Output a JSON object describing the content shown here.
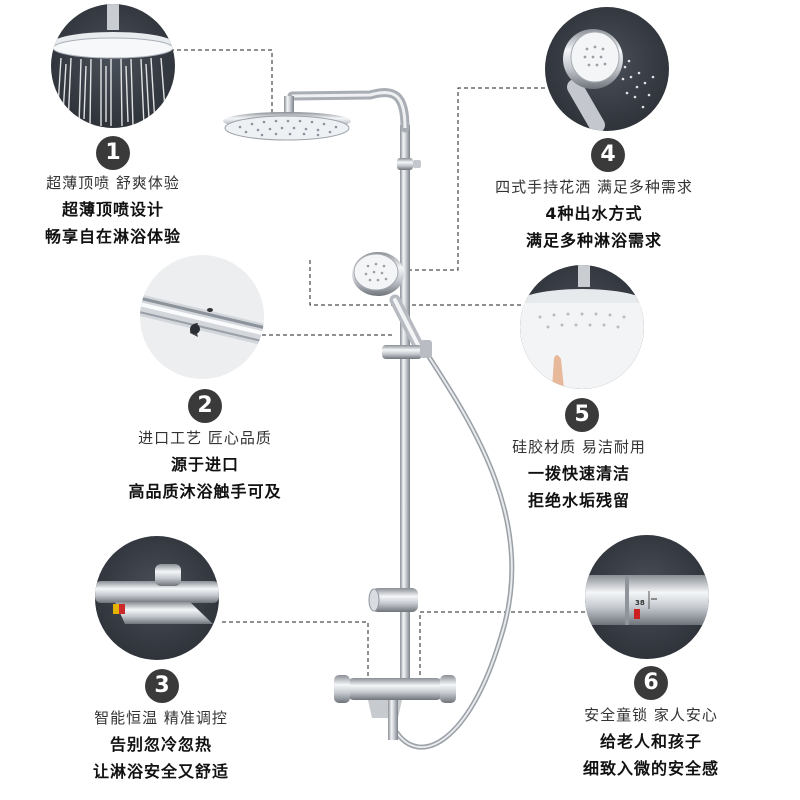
{
  "features": [
    {
      "number": "1",
      "title": "超薄顶喷  舒爽体验",
      "line1": "超薄顶喷设计",
      "line2": "畅享自在淋浴体验"
    },
    {
      "number": "2",
      "title": "进口工艺  匠心品质",
      "line1": "源于进口",
      "line2": "高品质沐浴触手可及"
    },
    {
      "number": "3",
      "title": "智能恒温  精准调控",
      "line1": "告别忽冷忽热",
      "line2": "让淋浴安全又舒适"
    },
    {
      "number": "4",
      "title": "四式手持花洒  满足多种需求",
      "line1": "4种出水方式",
      "line2": "满足多种淋浴需求"
    },
    {
      "number": "5",
      "title": "硅胶材质  易洁耐用",
      "line1": "一拨快速清洁",
      "line2": "拒绝水垢残留"
    },
    {
      "number": "6",
      "title": "安全童锁  家人安心",
      "line1": "给老人和孩子",
      "line2": "细致入微的安全感"
    }
  ],
  "valve_readout": "38"
}
